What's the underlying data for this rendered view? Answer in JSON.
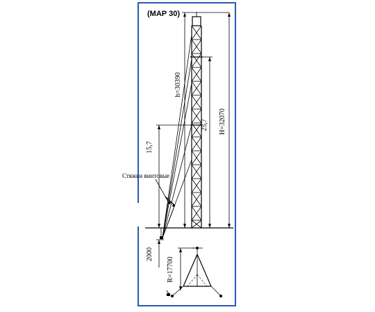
{
  "drawing": {
    "title": "(МАР 30)",
    "labels": {
      "h": "h=30390",
      "H": "H=32070",
      "level_upper": "25,7",
      "level_lower": "15,7",
      "anchor_offset": "2000",
      "radius": "R=17700",
      "turnbuckles": "Стяжки винтовые"
    }
  }
}
